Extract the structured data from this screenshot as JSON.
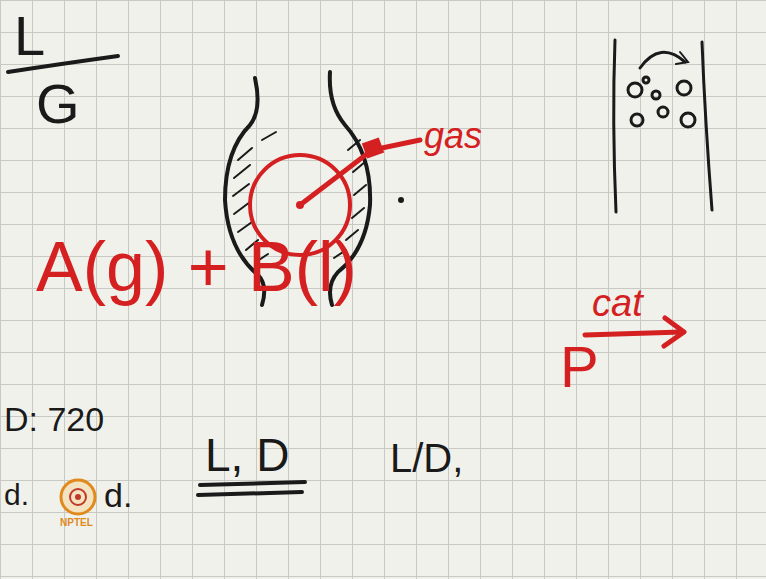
{
  "diagram": {
    "labels": [
      "L",
      "G",
      "gas",
      "A(g) + B(l)",
      "cat",
      "P",
      "D: 720",
      "L, D",
      "L/D,",
      "d.",
      "d.",
      "NPTEL"
    ]
  }
}
